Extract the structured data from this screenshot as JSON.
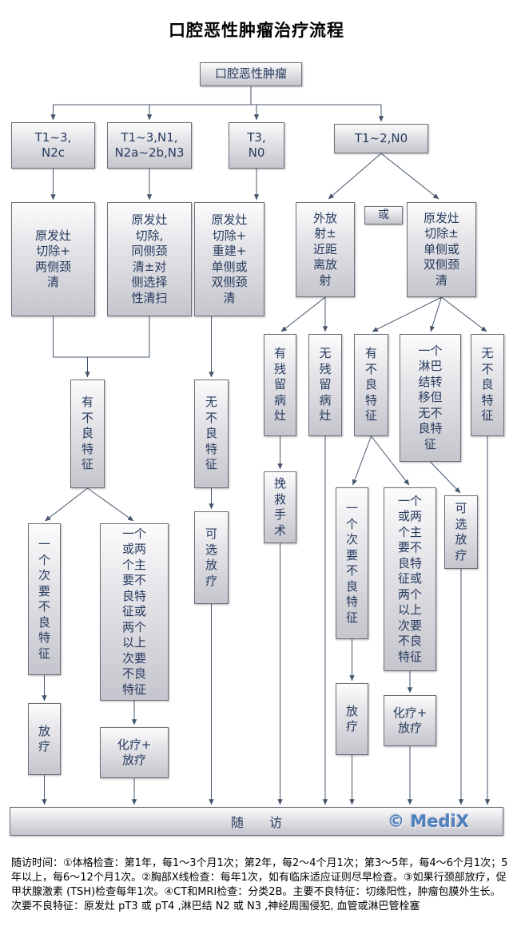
{
  "title": "口腔恶性肿瘤治疗流程",
  "nodes": {
    "root": {
      "label": "口腔恶性肿瘤"
    },
    "t13n2c": {
      "label": "T1~3,\nN2c"
    },
    "t13n1": {
      "label": "T1~3,N1,\nN2a~2b,N3"
    },
    "t3n0": {
      "label": "T3,\nN0"
    },
    "t12n0": {
      "label": "T1~2,N0"
    },
    "primary_both": {
      "label": "原发灶\n切除+\n两侧颈\n清"
    },
    "primary_ipsi": {
      "label": "原发灶\n切除,\n同侧颈\n清±对\n侧选择\n性清扫"
    },
    "primary_recon": {
      "label": "原发灶\n切除+\n重建+\n单侧或\n双侧颈\n清"
    },
    "ebrt": {
      "label": "外放\n射±\n近距\n离放\n射"
    },
    "or": {
      "label": "或"
    },
    "primary_pm": {
      "label": "原发灶\n切除±\n单侧或\n双侧颈\n清"
    },
    "adverse_left": {
      "label": "有\n不\n良\n特\n征"
    },
    "no_adverse_left": {
      "label": "无\n不\n良\n特\n征"
    },
    "residual": {
      "label": "有\n残\n留\n病\n灶"
    },
    "no_residual": {
      "label": "无\n残\n留\n病\n灶"
    },
    "adverse_right": {
      "label": "有\n不\n良\n特\n征"
    },
    "one_node": {
      "label": "一个\n淋巴\n结转\n移但\n无不\n良特\n征"
    },
    "no_adverse_right": {
      "label": "无\n不\n良\n特\n征"
    },
    "salvage": {
      "label": "挽\n救\n手\n术"
    },
    "minor_left": {
      "label": "一\n个\n次\n要\n不\n良\n特\n征"
    },
    "major_left": {
      "label": "一个\n或两\n个主\n要不\n良特\n征或\n两个\n以上\n次要\n不良\n特征"
    },
    "optional_rt_left": {
      "label": "可\n选\n放\n疗"
    },
    "minor_right": {
      "label": "一\n个\n次\n要\n不\n良\n特\n征"
    },
    "major_right": {
      "label": "一个\n或两\n个主\n要不\n良特\n征或\n两个\n以上\n次要\n不良\n特征"
    },
    "optional_rt_right": {
      "label": "可\n选\n放\n疗"
    },
    "rt_left": {
      "label": "放\n疗"
    },
    "chemo_rt_left": {
      "label": "化疗+\n放疗"
    },
    "rt_right": {
      "label": "放\n疗"
    },
    "chemo_rt_right": {
      "label": "化疗+\n放疗"
    }
  },
  "followup": {
    "label": "随　　访",
    "watermark": "© MediX"
  },
  "colors": {
    "node_text": "#263a5e",
    "connector_line": "#44546a",
    "watermark_blue": "#4f81bd",
    "box_gradient_top": "#fcfcfd",
    "box_gradient_bottom": "#c5c5cd"
  },
  "footnote": {
    "lines": [
      "随访时间：①体格检查：第1年，每1～3个月1次；第2年，每2～4个月1次；第3～5年，每4～6个月1次；5",
      "年以上，每6～12个月1次。②胸部X线检查：每年1次，如有临床适应证则尽早检查。③如果行颈部放疗，促",
      "甲状腺激素 (TSH)检查每年1次。④CT和MRI检查：分类2B。主要不良特征：切缘阳性，肿瘤包膜外生长。",
      "次要不良特征：原发灶 pT3 或 pT4 ,淋巴结 N2 或 N3 ,神经周围侵犯, 血管或淋巴管栓塞"
    ]
  }
}
